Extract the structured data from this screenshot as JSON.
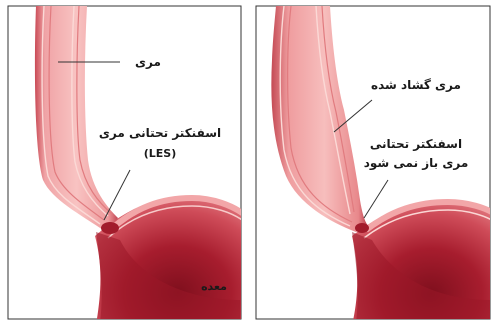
{
  "left_panel": {
    "esophagus_label": "مری",
    "sphincter_label_line1": "اسفنکتر تحتانی مری",
    "sphincter_label_line2": "(LES)",
    "stomach_label": "معده"
  },
  "right_panel": {
    "dilated_esophagus_label": "مری گشاد شده",
    "sphincter_label_line1": "اسفنکتر تحتانی",
    "sphincter_label_line2": "مری باز نمی شود"
  },
  "colors": {
    "tissue_light": "#f6b0b0",
    "tissue_mid": "#e97f80",
    "tissue_dark": "#b72a3a",
    "stomach_deep": "#8e1624",
    "border": "#333333"
  }
}
